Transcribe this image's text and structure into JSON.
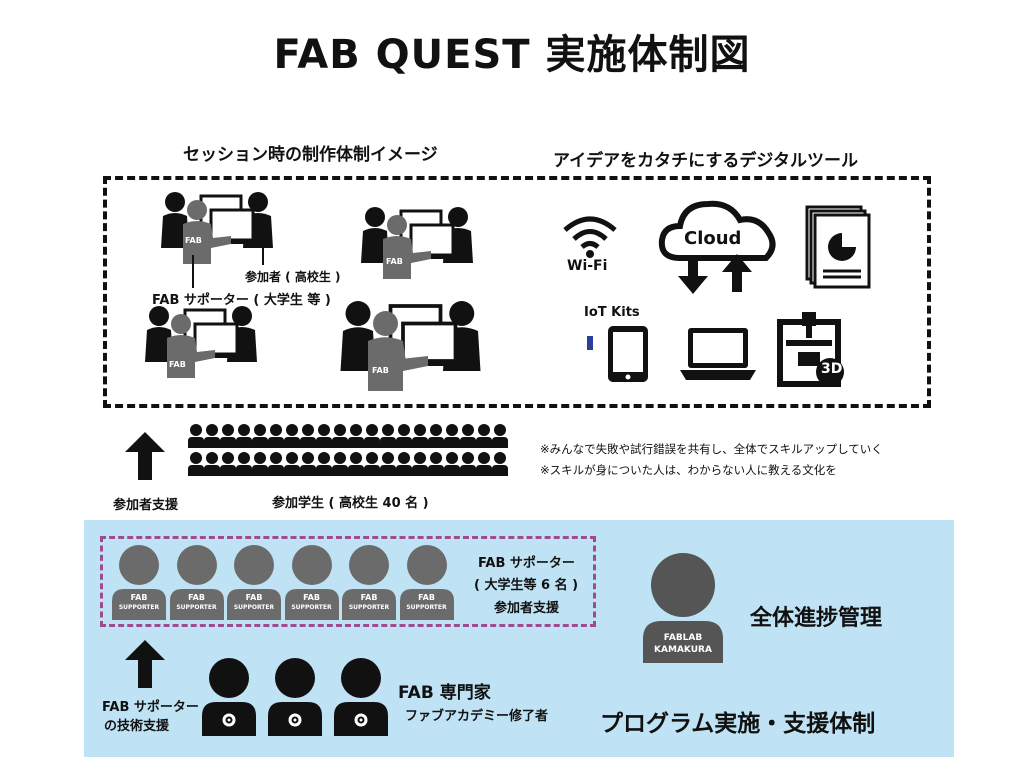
{
  "title": "FAB QUEST 実施体制図",
  "sections": {
    "session_heading": "セッション時の制作体制イメージ",
    "tools_heading": "アイデアをカタチにするデジタルツール"
  },
  "session": {
    "fab_badge": "FAB",
    "participant_label": "参加者 ( 高校生 )",
    "supporter_label": "FAB サポーター ( 大学生 等 )"
  },
  "tools": {
    "wifi": "Wi-Fi",
    "cloud": "Cloud",
    "iot": "IoT Kits",
    "printer_badge": "3D",
    "items": [
      "wifi-icon",
      "cloud-icon",
      "document-icon",
      "tablet-icon",
      "laptop-icon",
      "3d-printer-icon"
    ]
  },
  "participants": {
    "support_label": "参加者支援",
    "students_label": "参加学生 ( 高校生 40 名 )",
    "note1": "※みんなで失敗や試行錯誤を共有し、全体でスキルアップしていく",
    "note2": "※スキルが身についた人は、わからない人に教える文化を",
    "rows": 2,
    "per_row": 20
  },
  "supporters": {
    "badge_top": "FAB",
    "badge_bottom": "SUPPORTER",
    "count": 6,
    "label_line1": "FAB サポーター",
    "label_line2": "( 大学生等 6 名 )",
    "label_line3": "参加者支援"
  },
  "experts": {
    "support_line1": "FAB サポーター",
    "support_line2": "の技術支援",
    "title": "FAB 専門家",
    "subtitle": "ファブアカデミー修了者",
    "count": 3
  },
  "fablab": {
    "badge_line1": "FABLAB",
    "badge_line2": "KAMAKURA",
    "role": "全体進捗管理"
  },
  "program_label": "プログラム実施・支援体制",
  "colors": {
    "black": "#111111",
    "gray": "#6b6b6b",
    "blue_bg": "#bfe3f4",
    "pink_dash": "#a04a90",
    "iot_blue": "#2a3f9a"
  }
}
